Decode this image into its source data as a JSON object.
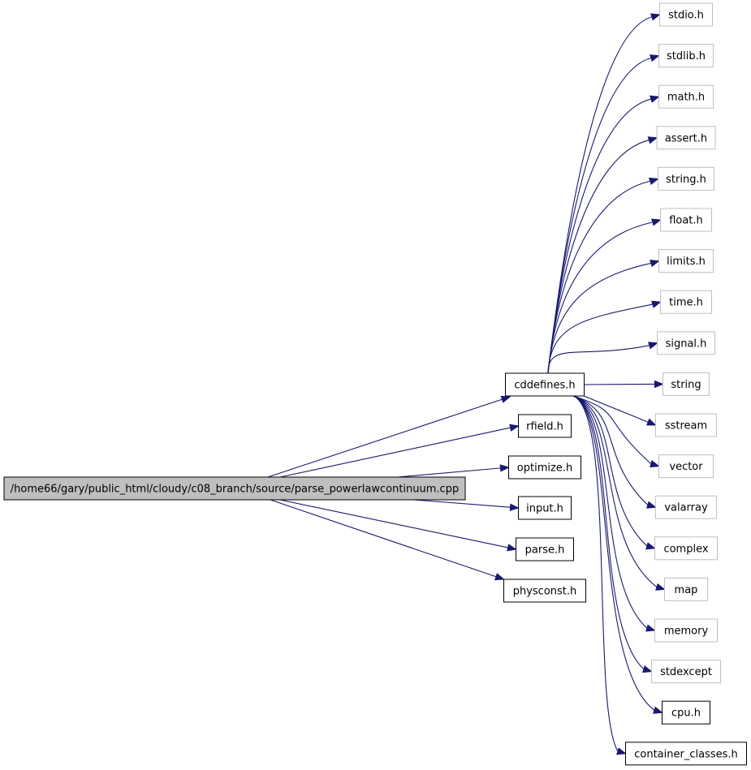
{
  "graph": {
    "root": {
      "label": "/home66/gary/public_html/cloudy/c08_branch/source/parse_powerlawcontinuum.cpp",
      "fill": "#bfbfbf",
      "stroke": "#000000"
    },
    "hub": {
      "label": "cddefines.h"
    },
    "direct_includes": [
      {
        "label": "cddefines.h",
        "documented": true
      },
      {
        "label": "rfield.h",
        "documented": true
      },
      {
        "label": "optimize.h",
        "documented": true
      },
      {
        "label": "input.h",
        "documented": true
      },
      {
        "label": "parse.h",
        "documented": true
      },
      {
        "label": "physconst.h",
        "documented": true
      }
    ],
    "hub_includes": [
      {
        "label": "stdio.h",
        "documented": false
      },
      {
        "label": "stdlib.h",
        "documented": false
      },
      {
        "label": "math.h",
        "documented": false
      },
      {
        "label": "assert.h",
        "documented": false
      },
      {
        "label": "string.h",
        "documented": false
      },
      {
        "label": "float.h",
        "documented": false
      },
      {
        "label": "limits.h",
        "documented": false
      },
      {
        "label": "time.h",
        "documented": false
      },
      {
        "label": "signal.h",
        "documented": false
      },
      {
        "label": "string",
        "documented": false
      },
      {
        "label": "sstream",
        "documented": false
      },
      {
        "label": "vector",
        "documented": false
      },
      {
        "label": "valarray",
        "documented": false
      },
      {
        "label": "complex",
        "documented": false
      },
      {
        "label": "map",
        "documented": false
      },
      {
        "label": "memory",
        "documented": false
      },
      {
        "label": "stdexcept",
        "documented": false
      },
      {
        "label": "cpu.h",
        "documented": true
      },
      {
        "label": "container_classes.h",
        "documented": true
      }
    ],
    "colors": {
      "edge": "#191970",
      "documented_border": "#000000",
      "external_border": "#bfbfbf",
      "root_fill": "#bfbfbf"
    }
  }
}
